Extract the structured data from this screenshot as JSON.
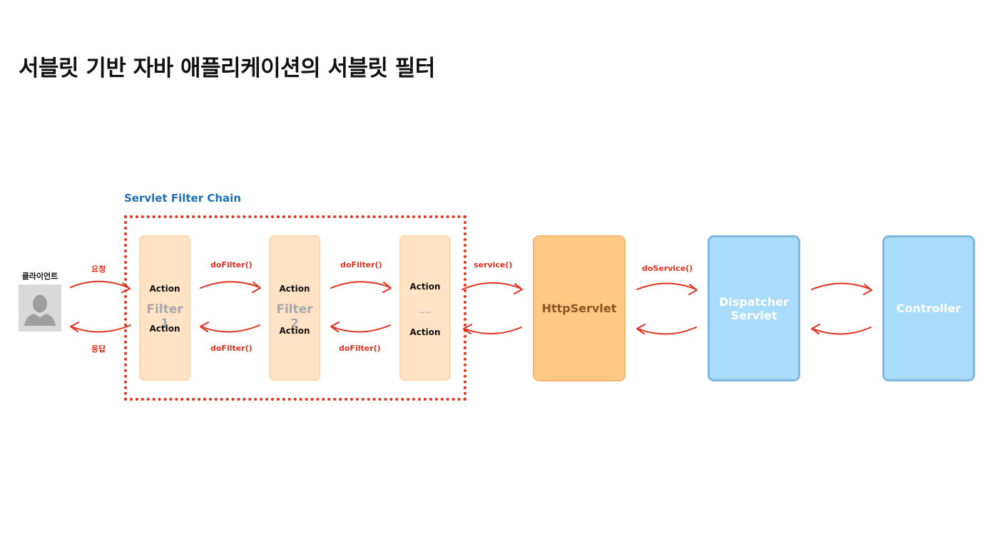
{
  "title": "서블릿 기반 자바 애플리케이션의 서블릿 필터",
  "client": {
    "label": "클라이언트",
    "icon": "person-silhouette-icon"
  },
  "chain": {
    "label": "Servlet Filter Chain"
  },
  "filters": [
    {
      "top_action": "Action",
      "name": "Filter 1",
      "bottom_action": "Action"
    },
    {
      "top_action": "Action",
      "name": "Filter 2",
      "bottom_action": "Action"
    },
    {
      "top_action": "Action",
      "name": "....",
      "bottom_action": "Action"
    }
  ],
  "components": {
    "http_servlet": "HttpServlet",
    "dispatcher_line1": "Dispatcher",
    "dispatcher_line2": "Servlet",
    "controller": "Controller"
  },
  "arrows": {
    "request": "요청",
    "response": "응답",
    "dofilter_1_top": "doFilter()",
    "dofilter_1_bottom": "doFilter()",
    "dofilter_2_top": "doFilter()",
    "dofilter_2_bottom": "doFilter()",
    "service": "service()",
    "do_service": "doService()"
  },
  "colors": {
    "arrow": "#e0301e",
    "chain_border": "#e0301e",
    "chain_label": "#1f6fb2",
    "filter_fill": "#ffe3c4",
    "http_servlet_fill": "#ffc984",
    "dispatcher_fill": "#a9dcfb",
    "controller_fill": "#a9dcfb"
  }
}
